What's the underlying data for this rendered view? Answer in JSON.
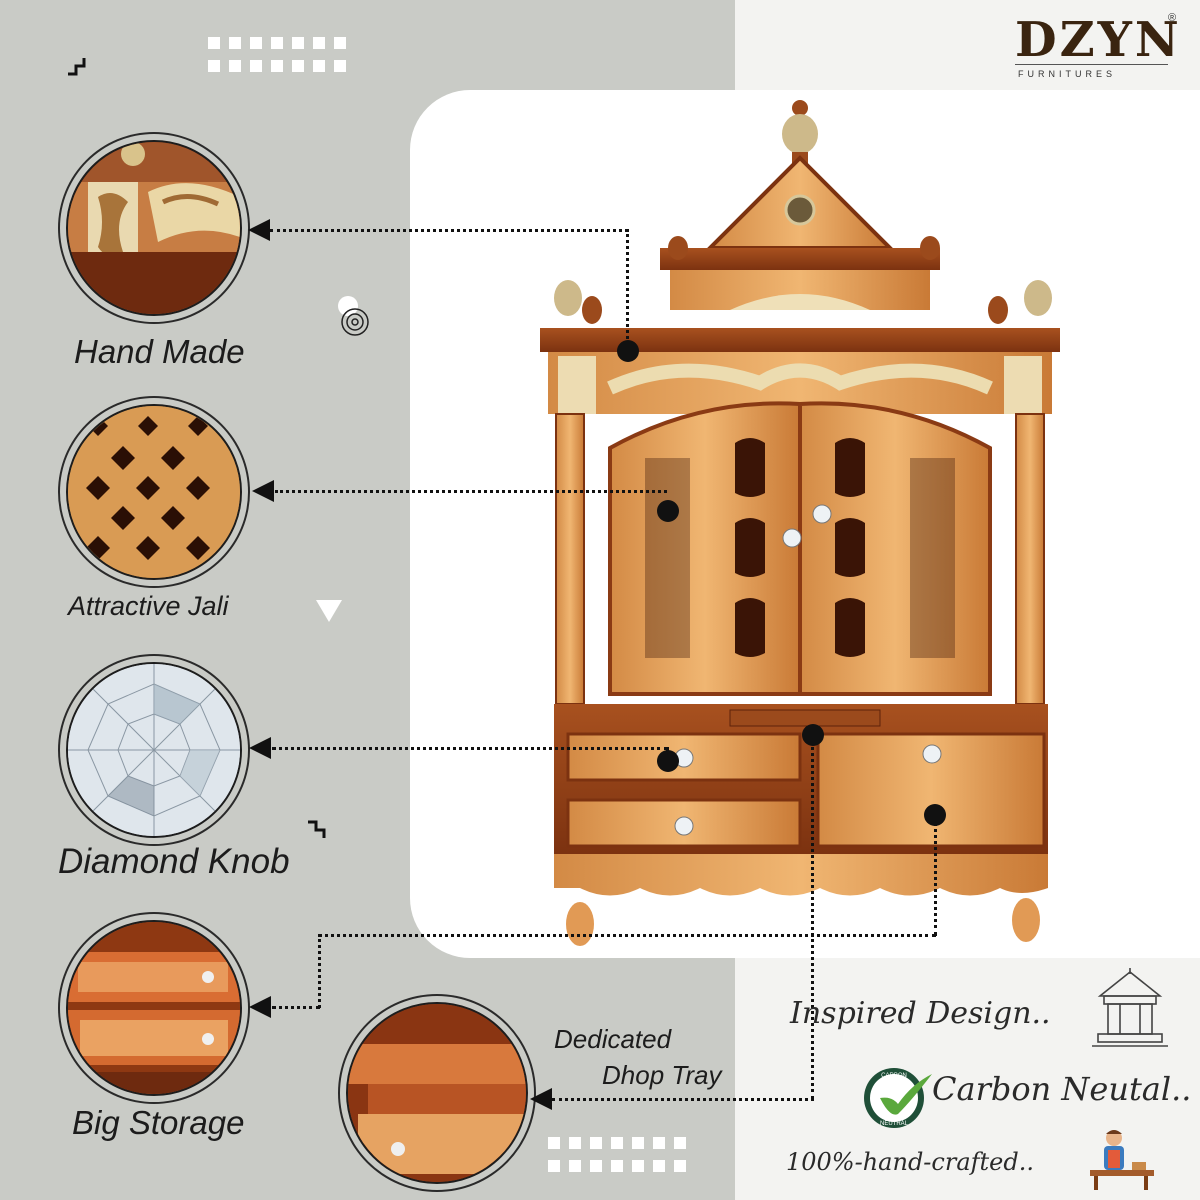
{
  "brand": {
    "name": "DZYN",
    "subtitle": "FURNITURES",
    "registered": "®"
  },
  "features": [
    {
      "label": "Hand Made"
    },
    {
      "label": "Attractive Jali"
    },
    {
      "label": "Diamond Knob"
    },
    {
      "label": "Big Storage"
    }
  ],
  "tray_callout": {
    "line1": "Dedicated",
    "line2": "Dhop Tray"
  },
  "badges": {
    "inspired": "Inspired Design..",
    "carbon": "Carbon Neutal..",
    "carbon_badge_top": "CARBON",
    "carbon_badge_bottom": "NEUTRAL",
    "handcrafted": "100%-hand-crafted.."
  },
  "colors": {
    "panel": "#c9cbc6",
    "wood_dark": "#8a3d14",
    "wood_light": "#e0a45c",
    "gold": "#e6d7a8"
  },
  "icons": [
    "temple-icon",
    "carbon-leaf-icon",
    "craftsman-icon",
    "target-icon",
    "down-triangle-icon",
    "zigzag-icon"
  ]
}
